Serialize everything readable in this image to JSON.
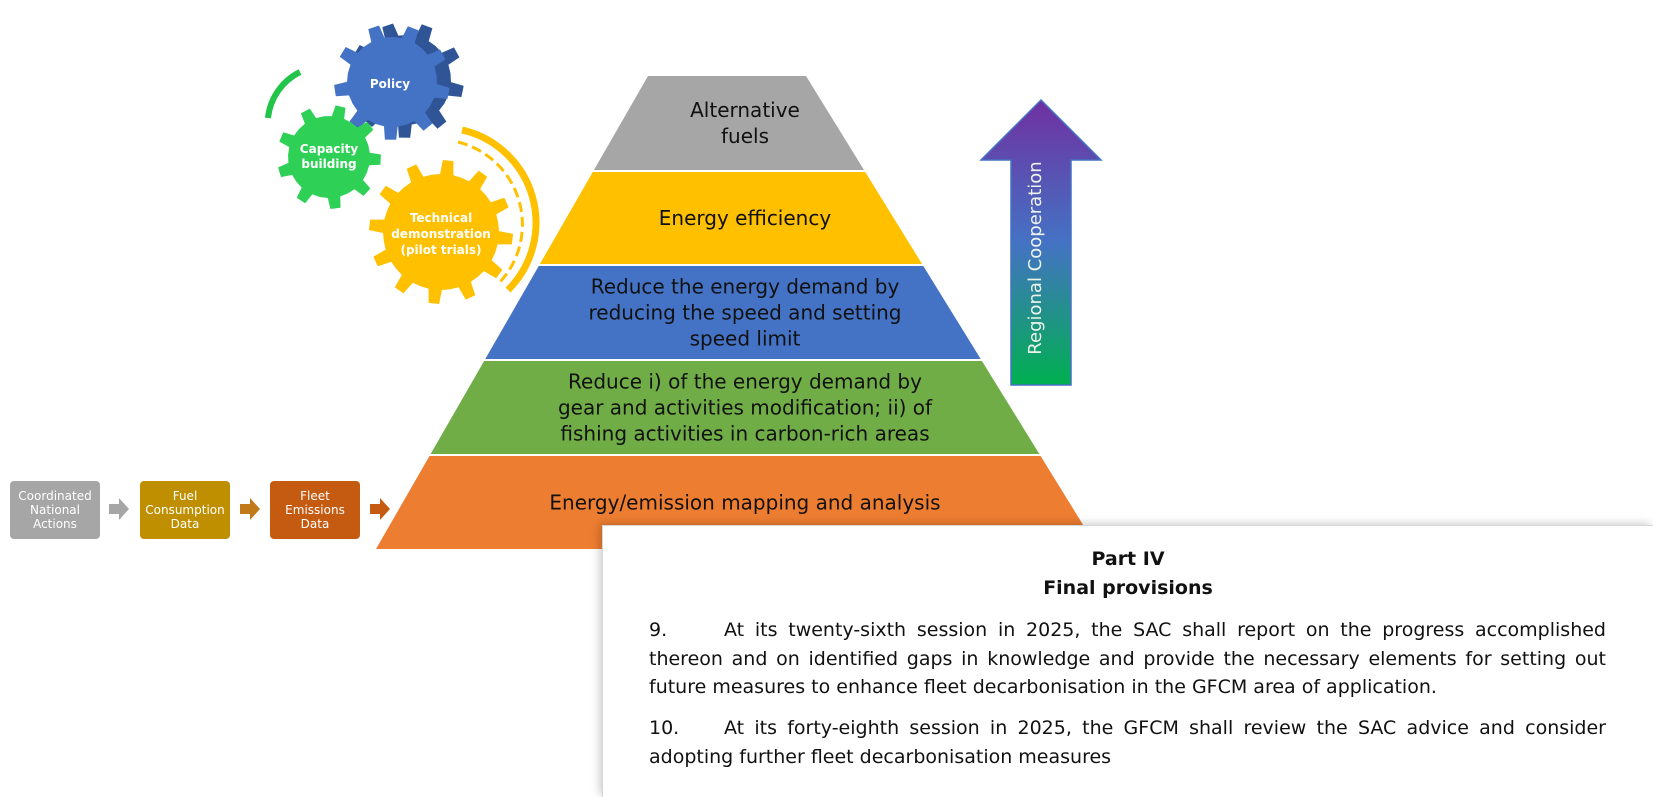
{
  "gears": {
    "policy": "Policy",
    "capacity": [
      "Capacity",
      "building"
    ],
    "technical": [
      "Technical",
      "demonstration",
      "(pilot trials)"
    ]
  },
  "pyramid": {
    "levels": [
      {
        "lines": [
          "Alternative",
          "fuels"
        ],
        "color": "#a6a6a6"
      },
      {
        "lines": [
          "Energy efficiency"
        ],
        "color": "#ffc000"
      },
      {
        "lines": [
          "Reduce the energy demand by",
          "reducing the speed and setting",
          "speed limit"
        ],
        "color": "#4472c4"
      },
      {
        "lines": [
          "Reduce i) of the energy demand by",
          "gear and activities modification; ii) of",
          "fishing activities in carbon-rich areas"
        ],
        "color": "#70ad47"
      },
      {
        "lines": [
          "Energy/emission mapping and analysis"
        ],
        "color": "#ed7d31"
      }
    ]
  },
  "arrow": {
    "label": "Regional Cooperation",
    "gradient": [
      "#7030a0",
      "#4472c4",
      "#00b050"
    ]
  },
  "flow": {
    "boxes": [
      {
        "label": "Coordinated National Actions",
        "color": "#a6a6a6"
      },
      {
        "label": "Fuel Consumption Data",
        "color": "#bf8f00"
      },
      {
        "label": "Fleet Emissions Data",
        "color": "#c55a11"
      }
    ],
    "arrow_colors": [
      "#a6a6a6",
      "#c07a1a",
      "#c55a11"
    ]
  },
  "document": {
    "part": "Part IV",
    "title": "Final provisions",
    "paragraphs": [
      {
        "num": "9.",
        "text": "At its twenty-sixth session in 2025, the SAC shall report on the progress accomplished thereon and on identified gaps in knowledge and provide the necessary elements for setting out future measures to enhance fleet decarbonisation in the GFCM area of application."
      },
      {
        "num": "10.",
        "text": "At its forty-eighth session in 2025, the GFCM shall review the SAC advice and consider adopting further fleet decarbonisation measures"
      }
    ]
  }
}
